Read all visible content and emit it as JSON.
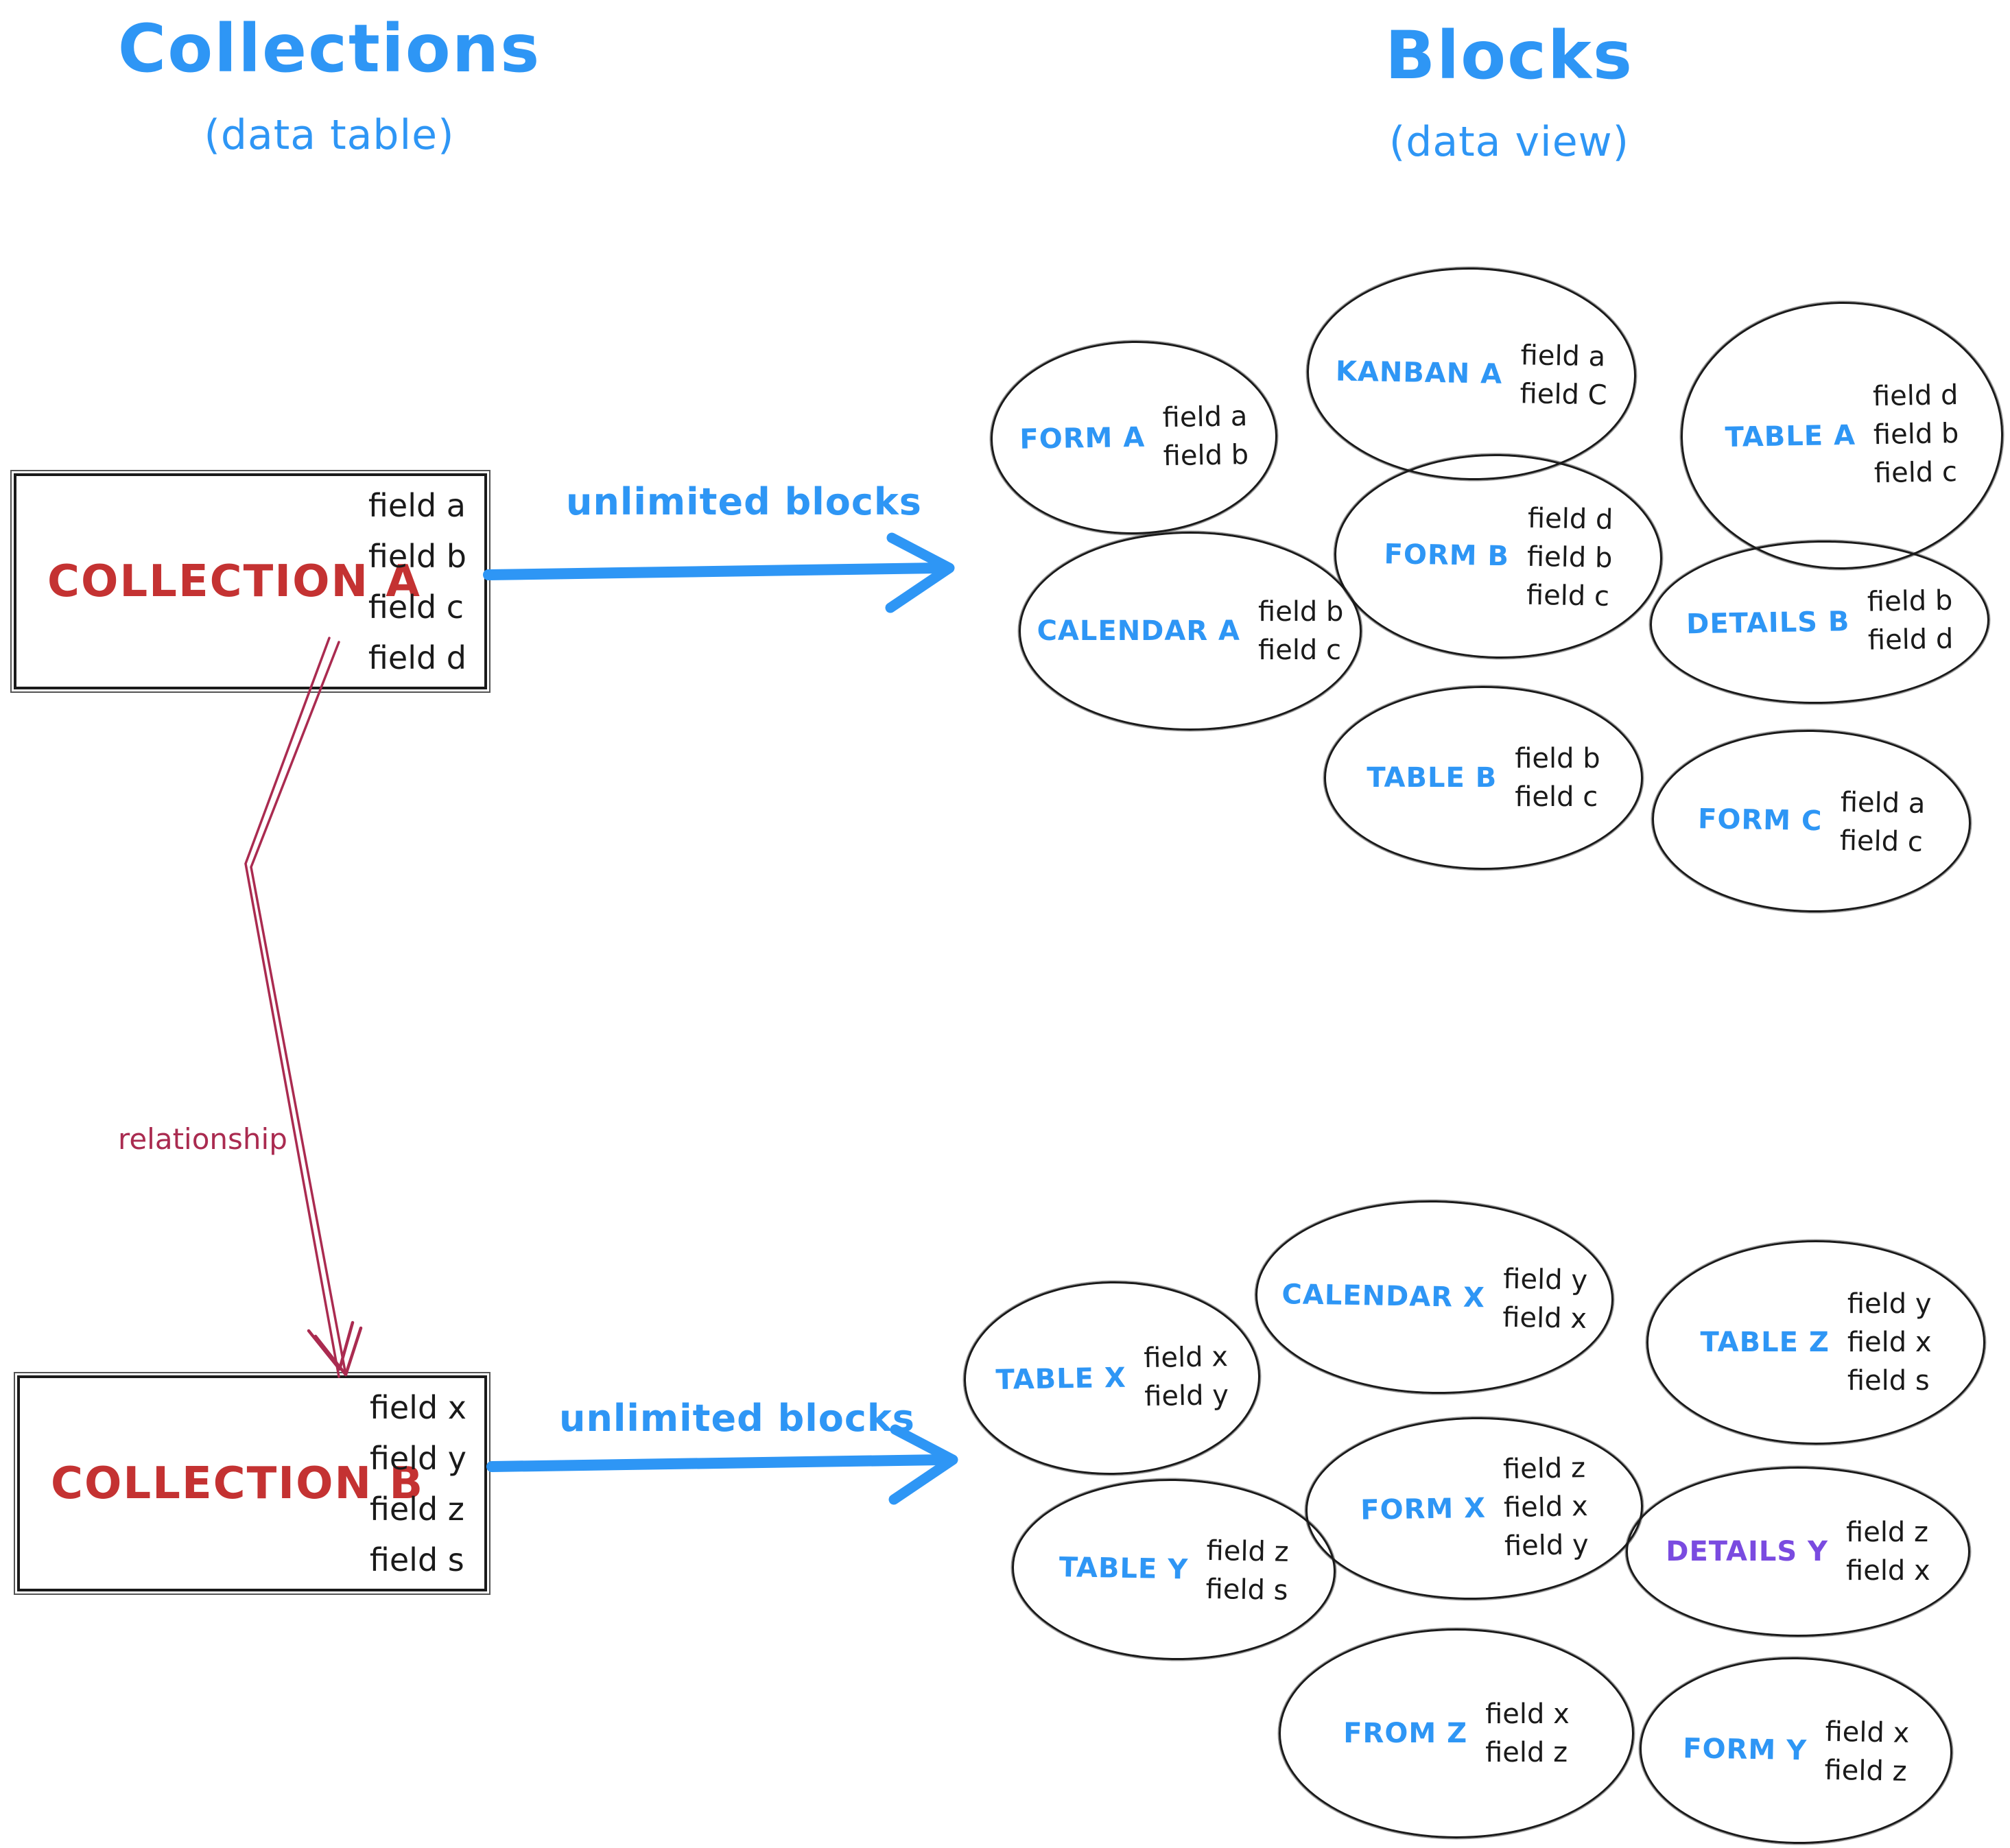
{
  "colors": {
    "accent_blue": "#2e96f5",
    "collection_red": "#c43232",
    "relationship_crimson": "#aa2b50",
    "details_y_purple": "#7a4be0",
    "ink": "#1a1a1a"
  },
  "left_column": {
    "title": "Collections",
    "subtitle": "(data table)",
    "collection_a": {
      "name": "COLLECTION A",
      "fields": [
        "field a",
        "field b",
        "field c",
        "field d"
      ]
    },
    "collection_b": {
      "name": "COLLECTION B",
      "fields": [
        "field x",
        "field y",
        "field z",
        "field s"
      ]
    }
  },
  "right_column": {
    "title": "Blocks",
    "subtitle": "(data view)"
  },
  "arrows": {
    "a_label": "unlimited blocks",
    "b_label": "unlimited blocks",
    "relationship_label": "relationship"
  },
  "blocks_a": [
    {
      "label": "FORM A",
      "fields": [
        "field a",
        "field b"
      ]
    },
    {
      "label": "KANBAN A",
      "fields": [
        "field a",
        "field C"
      ]
    },
    {
      "label": "TABLE A",
      "fields": [
        "field d",
        "field b",
        "field c"
      ]
    },
    {
      "label": "CALENDAR A",
      "fields": [
        "field b",
        "field c"
      ]
    },
    {
      "label": "FORM B",
      "fields": [
        "field d",
        "field b",
        "field c"
      ]
    },
    {
      "label": "DETAILS B",
      "fields": [
        "field b",
        "field d"
      ]
    },
    {
      "label": "TABLE B",
      "fields": [
        "field b",
        "field c"
      ]
    },
    {
      "label": "FORM C",
      "fields": [
        "field a",
        "field c"
      ]
    }
  ],
  "blocks_b": [
    {
      "label": "TABLE X",
      "fields": [
        "field x",
        "field y"
      ]
    },
    {
      "label": "CALENDAR X",
      "fields": [
        "field y",
        "field x"
      ]
    },
    {
      "label": "TABLE Z",
      "fields": [
        "field y",
        "field x",
        "field s"
      ]
    },
    {
      "label": "FORM X",
      "fields": [
        "field z",
        "field x",
        "field y"
      ]
    },
    {
      "label": "TABLE Y",
      "fields": [
        "field z",
        "field s"
      ]
    },
    {
      "label": "DETAILS Y",
      "fields": [
        "field z",
        "field x"
      ]
    },
    {
      "label": "FROM Z",
      "fields": [
        "field x",
        "field z"
      ]
    },
    {
      "label": "FORM Y",
      "fields": [
        "field x",
        "field z"
      ]
    }
  ]
}
